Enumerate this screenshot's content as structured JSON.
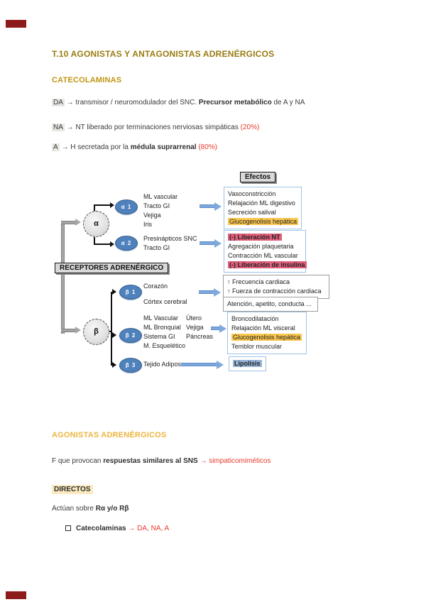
{
  "page": {
    "title": "T.10 AGONISTAS Y ANTAGONISTAS ADRENÉRGICOS",
    "colors": {
      "title_gold": "#9A7B10",
      "heading_gold": "#C09511",
      "heading_light_gold": "#EDB53F",
      "red_text": "#E8392B",
      "mark_red": "#8E1B1B",
      "highlight_yellow": "#FAC74F",
      "highlight_pink": "#E0607C",
      "highlight_blue": "#95B3D7",
      "highlight_gray": "#E8E7E3",
      "highlight_cream": "#FBE9C0",
      "ellipse_blue": "#4F81BD",
      "effect_box_border": "#9DC3E6"
    }
  },
  "catecolaminas": {
    "heading": "CATECOLAMINAS",
    "lines": [
      {
        "abbr": "DA",
        "pre": " → transmisor / neuromodulador del SNC. ",
        "bold": "Precursor metabólico",
        "post": " de A y NA",
        "red": ""
      },
      {
        "abbr": "NA",
        "pre": " → NT liberado por terminaciones nerviosas simpáticas ",
        "bold": "",
        "post": "",
        "red": "(20%)"
      },
      {
        "abbr": "A",
        "pre": " → H secretada por la ",
        "bold": "médula suprarrenal",
        "post": " ",
        "red": "(80%)"
      }
    ]
  },
  "diagram": {
    "efectos_label": "Efectos",
    "receptores_label": "RECEPTORES ADRENÉRGICO",
    "alpha_label": "α",
    "beta_label": "β",
    "a1": {
      "receptor": "α 1",
      "targets": [
        "ML vascular",
        "Tracto GI",
        "Vejiga",
        "Iris"
      ],
      "effects": [
        "Vasoconstricción",
        "Relajación ML digestivo",
        "Secreción salival",
        "Glucogenolisis hepática"
      ]
    },
    "a2": {
      "receptor": "α 2",
      "targets": [
        "Presinápticos SNC",
        "Tracto GI"
      ],
      "effects": [
        "(-) Liberación NT",
        "Agregación plaquetaria",
        "Contracción ML vascular",
        "(-) Liberación de insulina"
      ]
    },
    "b1": {
      "receptor": "β 1",
      "targets": [
        "Corazón",
        "Córtex cerebral"
      ],
      "effects": [
        "↑ Frecuencia cardiaca",
        "↑ Fuerza de contracción cardiaca"
      ],
      "effects2": "Atención, apetito, conducta ..."
    },
    "b2": {
      "receptor": "β 2",
      "targets_col1": [
        "ML Vascular",
        "ML Bronquial",
        "Sistema GI",
        "M. Esquelético"
      ],
      "targets_col2": [
        "Útero",
        "Vejiga",
        "Páncreas"
      ],
      "effects": [
        "Broncodilatación",
        "Relajación ML visceral",
        "Glucogenolisis hepática",
        "Temblor muscular"
      ]
    },
    "b3": {
      "receptor": "β 3",
      "target": "Tejido Adiposo",
      "effect": "Lipolisis"
    }
  },
  "agonistas": {
    "heading": "AGONISTAS ADRENÉRGICOS",
    "line_pre": "F que provocan ",
    "line_bold": "respuestas similares al SNS",
    "line_arrow": " → ",
    "line_red": "simpaticomiméticos"
  },
  "directos": {
    "heading": "DIRECTOS",
    "line_pre": "Actúan sobre ",
    "line_bold": "Rα y/o Rβ",
    "bullet_bold": "Catecolaminas",
    "bullet_arrow": " → ",
    "bullet_red": "DA, NA, A"
  }
}
